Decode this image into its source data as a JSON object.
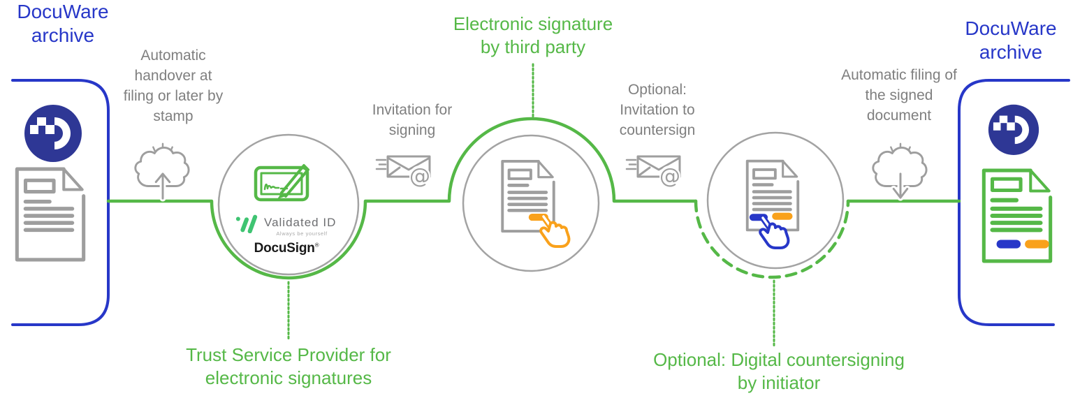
{
  "title_left": {
    "lines": [
      "DocuWare",
      "archive"
    ]
  },
  "title_right": {
    "lines": [
      "DocuWare",
      "archive"
    ]
  },
  "steps": {
    "handover": {
      "lines": [
        "Automatic",
        "handover at",
        "filing or later by",
        "stamp"
      ]
    },
    "invite_sign": {
      "lines": [
        "Invitation for",
        "signing"
      ]
    },
    "invite_counter": {
      "lines": [
        "Optional:",
        "Invitation to",
        "countersign"
      ]
    },
    "filing": {
      "lines": [
        "Automatic filing of",
        "the signed",
        "document"
      ]
    }
  },
  "stages": {
    "tsp": {
      "caption_lines": [
        "Trust Service Provider for",
        "electronic signatures"
      ],
      "validated_id": "Validated ID",
      "validated_id_tagline": "Always be yourself",
      "docusign": "DocuSign",
      "docusign_reg": "®"
    },
    "third_party": {
      "caption_lines": [
        "Electronic signature",
        "by third party"
      ]
    },
    "countersign": {
      "caption_lines": [
        "Optional: Digital countersigning",
        "by initiator"
      ]
    }
  },
  "icons": {
    "docuware_logo": "docuware-disc",
    "cloud_upload": "cloud-arrow-up",
    "cloud_download": "cloud-arrow-down",
    "email": "envelope-at",
    "signature_pad": "signature-pad-with-pen",
    "tap_hand": "pointing-hand",
    "document": "document-with-lines"
  },
  "colors": {
    "blue": "#2737c8",
    "blue_dark": "#2e3795",
    "green": "#55b847",
    "mint": "#3fc472",
    "orange": "#f9a11b",
    "gray_line": "#a3a3a3",
    "gray_icon": "#9e9e9e",
    "gray_text": "#7f7f7f",
    "logo_text": "#6d6e71",
    "tagline_gray": "#a9a9a9",
    "ink": "#191919"
  }
}
